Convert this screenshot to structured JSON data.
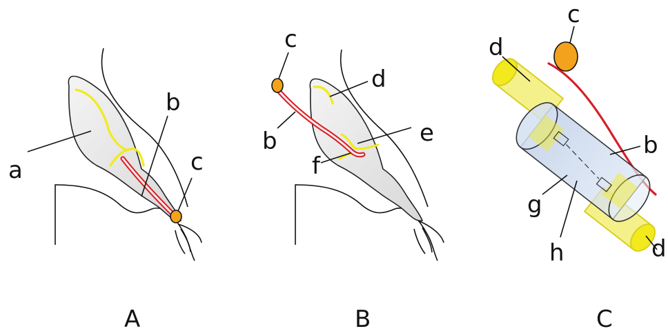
{
  "labels": {
    "a": "a",
    "b": "b",
    "c": "c",
    "d": "d",
    "e": "e",
    "f": "f",
    "g": "g",
    "h": "h"
  },
  "panels": {
    "A": "A",
    "B": "B",
    "C": "C"
  },
  "colors": {
    "yellow": "#f2ea1c",
    "red": "#d61f26",
    "orange": "#f3a21b",
    "tube": "#c9d9ef",
    "muscle_fill": "#e8e8e8"
  }
}
